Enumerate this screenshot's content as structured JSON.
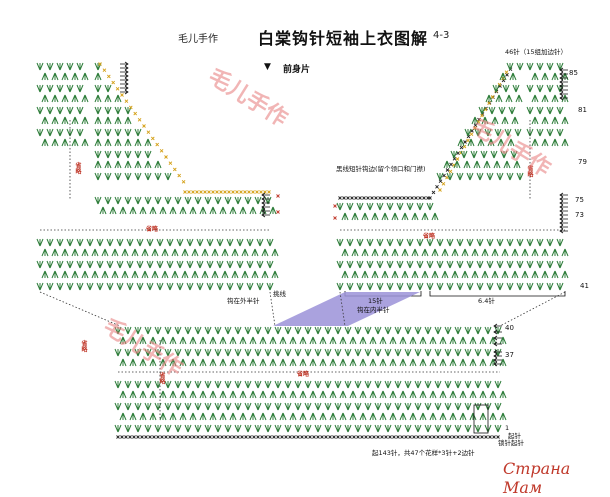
{
  "header": {
    "brand": "毛儿手作",
    "title": "白棠钩针短袖上衣图解",
    "page": "4-3"
  },
  "section_label": "前身片",
  "annotations": {
    "top_stitch_note": "46针（15组加边针）",
    "edge_note": "黑线短针钩边(留个领口和门襟)",
    "outer_half": "钩在外半针",
    "bottom_edge": "挑线",
    "inner_half": "钩在内半针",
    "stitches_15": "15针",
    "stitches_64": "6.4针",
    "start_row": "1",
    "chain_start": "起针",
    "chain_note": "锁针起针",
    "bottom_note": "起143针，共47个花样*3针+2边针"
  },
  "row_numbers": {
    "r85": "85",
    "r81": "81",
    "r79": "79",
    "r75": "75",
    "r73": "73",
    "r41": "41",
    "r40": "40",
    "r37": "37"
  },
  "omitted_label": "省略",
  "watermark": "毛儿手作",
  "footer_logo": "Страна Мам",
  "colors": {
    "stitch_green": "#2e7d3a",
    "stitch_dark": "#1b4d24",
    "edge_yellow": "#d4a017",
    "edge_black": "#222222",
    "join_purple": "#9b92d8",
    "omit_red": "#c0392b"
  }
}
